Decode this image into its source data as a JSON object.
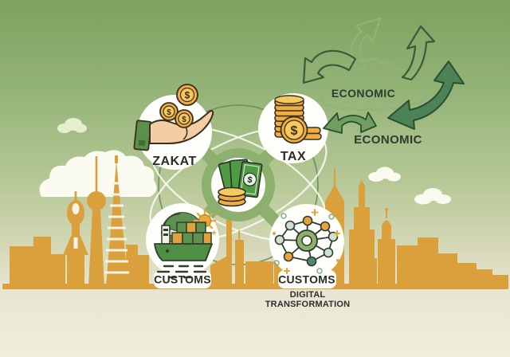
{
  "palette": {
    "sky_top": "#7ea25e",
    "sky_mid": "#b5c795",
    "ground_beige": "#f1edde",
    "skyline_gold": "#d9a03c",
    "node_circle_white": "#fdfdf9",
    "hub_ring_green": "#8db06f",
    "orbit_green": "#5d8a4f",
    "arrow_solid_dark": "#4d8156",
    "arrow_solid_medium": "#6f9f5d",
    "arrow_outline_light": "#8fb573",
    "arrow_outline_dark": "#3a5a3c",
    "coin_gold": "#f0ad41",
    "coin_gold_light": "#f6c95c",
    "bill_green": "#4f9a43",
    "icon_green": "#5f9150",
    "accent_orange": "#e8a33c",
    "text_dark": "#2b2b28"
  },
  "nodes": {
    "zakat": {
      "label": "ZAKAT"
    },
    "tax": {
      "label": "TAX"
    },
    "customs_trade": {
      "label": "CUSTOMS"
    },
    "customs_digital": {
      "label": "CUSTOMS",
      "sublabel_line1": "DIGITAL",
      "sublabel_line2": "TRANSFORMATION"
    }
  },
  "economy": {
    "cloud_label": "ECONOMIC",
    "caption_label": "ECONOMIC"
  },
  "symbols": {
    "currency": "$"
  }
}
